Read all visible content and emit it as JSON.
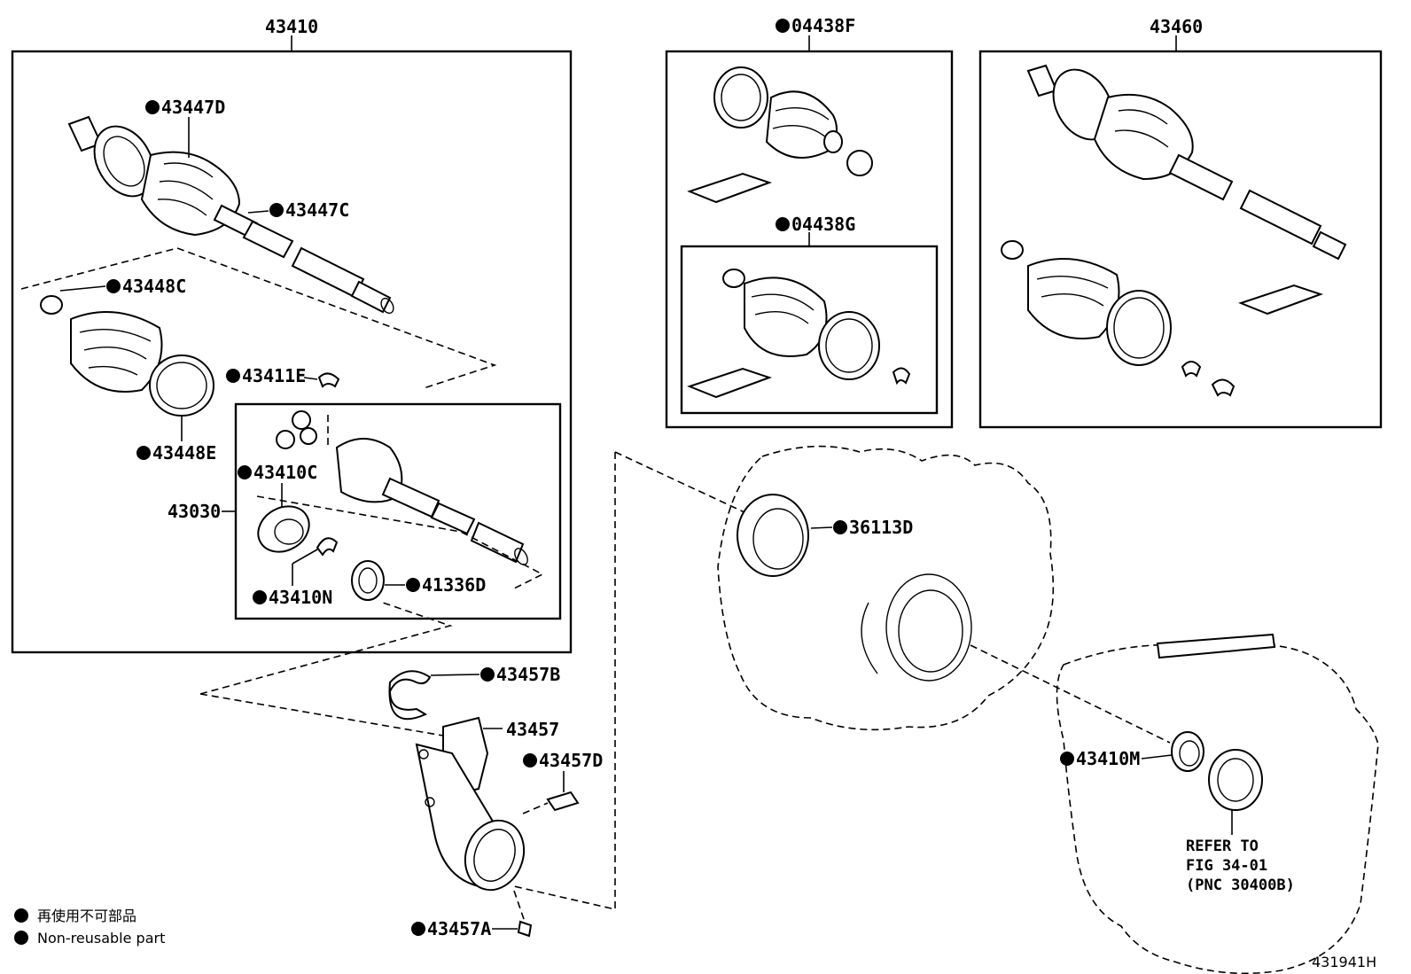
{
  "labels": {
    "assy_43410": "43410",
    "kit_04438F": "04438F",
    "kit_04438G": "04438G",
    "assy_43460": "43460",
    "p_43447D": "43447D",
    "p_43447C": "43447C",
    "p_43448C": "43448C",
    "p_43411E": "43411E",
    "p_43448E": "43448E",
    "p_43410C": "43410C",
    "p_43030": "43030",
    "p_43410N": "43410N",
    "p_41336D": "41336D",
    "p_36113D": "36113D",
    "p_43457B": "43457B",
    "p_43457": "43457",
    "p_43457D": "43457D",
    "p_43457A": "43457A",
    "p_43410M": "43410M"
  },
  "reference_note": [
    "REFER TO",
    "FIG 34-01",
    "(PNC 30400B)"
  ],
  "legend": {
    "cn_text": "再使用不可部品",
    "en_text": "Non-reusable part"
  },
  "figure_number": "431941H"
}
